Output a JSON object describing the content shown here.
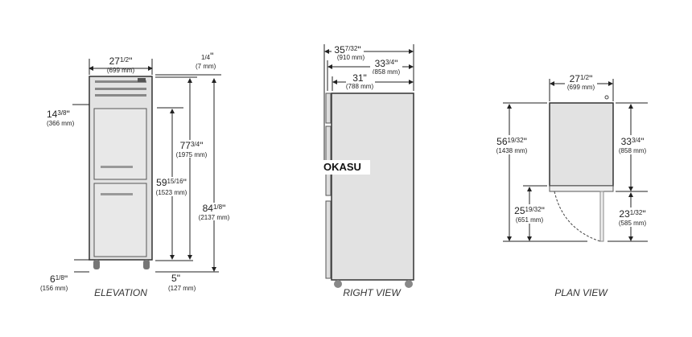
{
  "views": {
    "elevation": {
      "label": "ELEVATION",
      "width": {
        "whole": "27",
        "frac": "1/2",
        "unit": "\"",
        "mm": "(699 mm)"
      },
      "top_gap": {
        "whole": "",
        "frac": "1/4",
        "unit": "\"",
        "mm": "(7 mm)"
      },
      "grille": {
        "whole": "14",
        "frac": "3/8",
        "unit": "\"",
        "mm": "(366 mm)"
      },
      "door_height": {
        "whole": "59",
        "frac": "15/16",
        "unit": "\"",
        "mm": "(1523 mm)"
      },
      "body_height": {
        "whole": "77",
        "frac": "3/4",
        "unit": "\"",
        "mm": "(1975 mm)"
      },
      "overall_height": {
        "whole": "84",
        "frac": "1/8",
        "unit": "\"",
        "mm": "(2137 mm)"
      },
      "caster_height": {
        "whole": "6",
        "frac": "1/8",
        "unit": "\"",
        "mm": "(156 mm)"
      },
      "floor_gap": {
        "whole": "5",
        "frac": "",
        "unit": "\"",
        "mm": "(127 mm)"
      }
    },
    "right": {
      "label": "RIGHT VIEW",
      "overall_depth": {
        "whole": "35",
        "frac": "7/32",
        "unit": "\"",
        "mm": "(910 mm)"
      },
      "depth_door": {
        "whole": "33",
        "frac": "3/4",
        "unit": "\"",
        "mm": "(858 mm)"
      },
      "body_depth": {
        "whole": "31",
        "frac": "",
        "unit": "\"",
        "mm": "(788 mm)"
      }
    },
    "plan": {
      "label": "PLAN VIEW",
      "width": {
        "whole": "27",
        "frac": "1/2",
        "unit": "\"",
        "mm": "(699 mm)"
      },
      "open_depth": {
        "whole": "56",
        "frac": "19/32",
        "unit": "\"",
        "mm": "(1438 mm)"
      },
      "depth": {
        "whole": "33",
        "frac": "3/4",
        "unit": "\"",
        "mm": "(858 mm)"
      },
      "swing": {
        "whole": "25",
        "frac": "19/32",
        "unit": "\"",
        "mm": "(651 mm)"
      },
      "door_swing": {
        "whole": "23",
        "frac": "1/32",
        "unit": "\"",
        "mm": "(585 mm)"
      }
    }
  },
  "watermark": "OKASU"
}
